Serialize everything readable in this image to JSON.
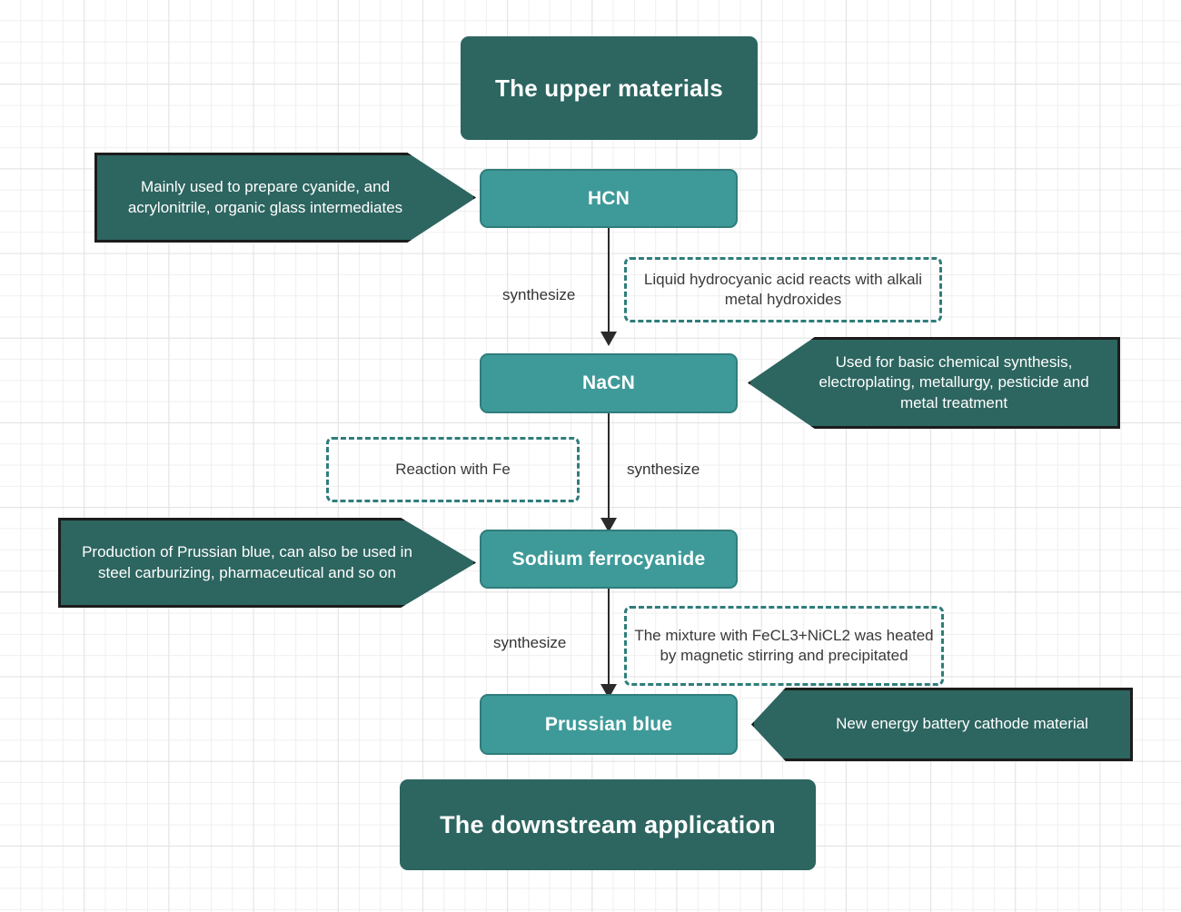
{
  "diagram": {
    "title_top": "The upper materials",
    "title_bottom": "The downstream application",
    "nodes": [
      {
        "id": "hcn",
        "label": "HCN"
      },
      {
        "id": "nacn",
        "label": "NaCN"
      },
      {
        "id": "sfc",
        "label": "Sodium ferrocyanide"
      },
      {
        "id": "pb",
        "label": "Prussian blue"
      }
    ],
    "callouts": [
      {
        "id": "hcn-uses",
        "text": "Mainly used to prepare cyanide, and acrylonitrile, organic glass intermediates"
      },
      {
        "id": "nacn-uses",
        "text": "Used for basic chemical synthesis, electroplating, metallurgy, pesticide and metal treatment"
      },
      {
        "id": "sfc-uses",
        "text": "Production of Prussian blue, can also be used in steel carburizing, pharmaceutical and so on"
      },
      {
        "id": "pb-uses",
        "text": "New energy battery cathode material"
      }
    ],
    "notes": [
      {
        "id": "note-hcn-nacn",
        "text": "Liquid hydrocyanic acid reacts with alkali metal hydroxides"
      },
      {
        "id": "note-nacn-sfc",
        "text": "Reaction with Fe"
      },
      {
        "id": "note-sfc-pb",
        "text": "The mixture with FeCL3+NiCL2 was heated by magnetic stirring and precipitated"
      }
    ],
    "edge_labels": [
      {
        "id": "edge-1",
        "text": "synthesize"
      },
      {
        "id": "edge-2",
        "text": "synthesize"
      },
      {
        "id": "edge-3",
        "text": "synthesize"
      }
    ],
    "colors": {
      "dark_teal": "#2d6560",
      "mid_teal": "#3e9a99",
      "border_dark": "#1c1c1c",
      "note_border": "#2f7d7b",
      "connector": "#2b2b2b",
      "text_light": "#ffffff",
      "text_dark": "#333333",
      "grid_minor": "#efefef",
      "grid_major": "#e2e2e2"
    }
  }
}
